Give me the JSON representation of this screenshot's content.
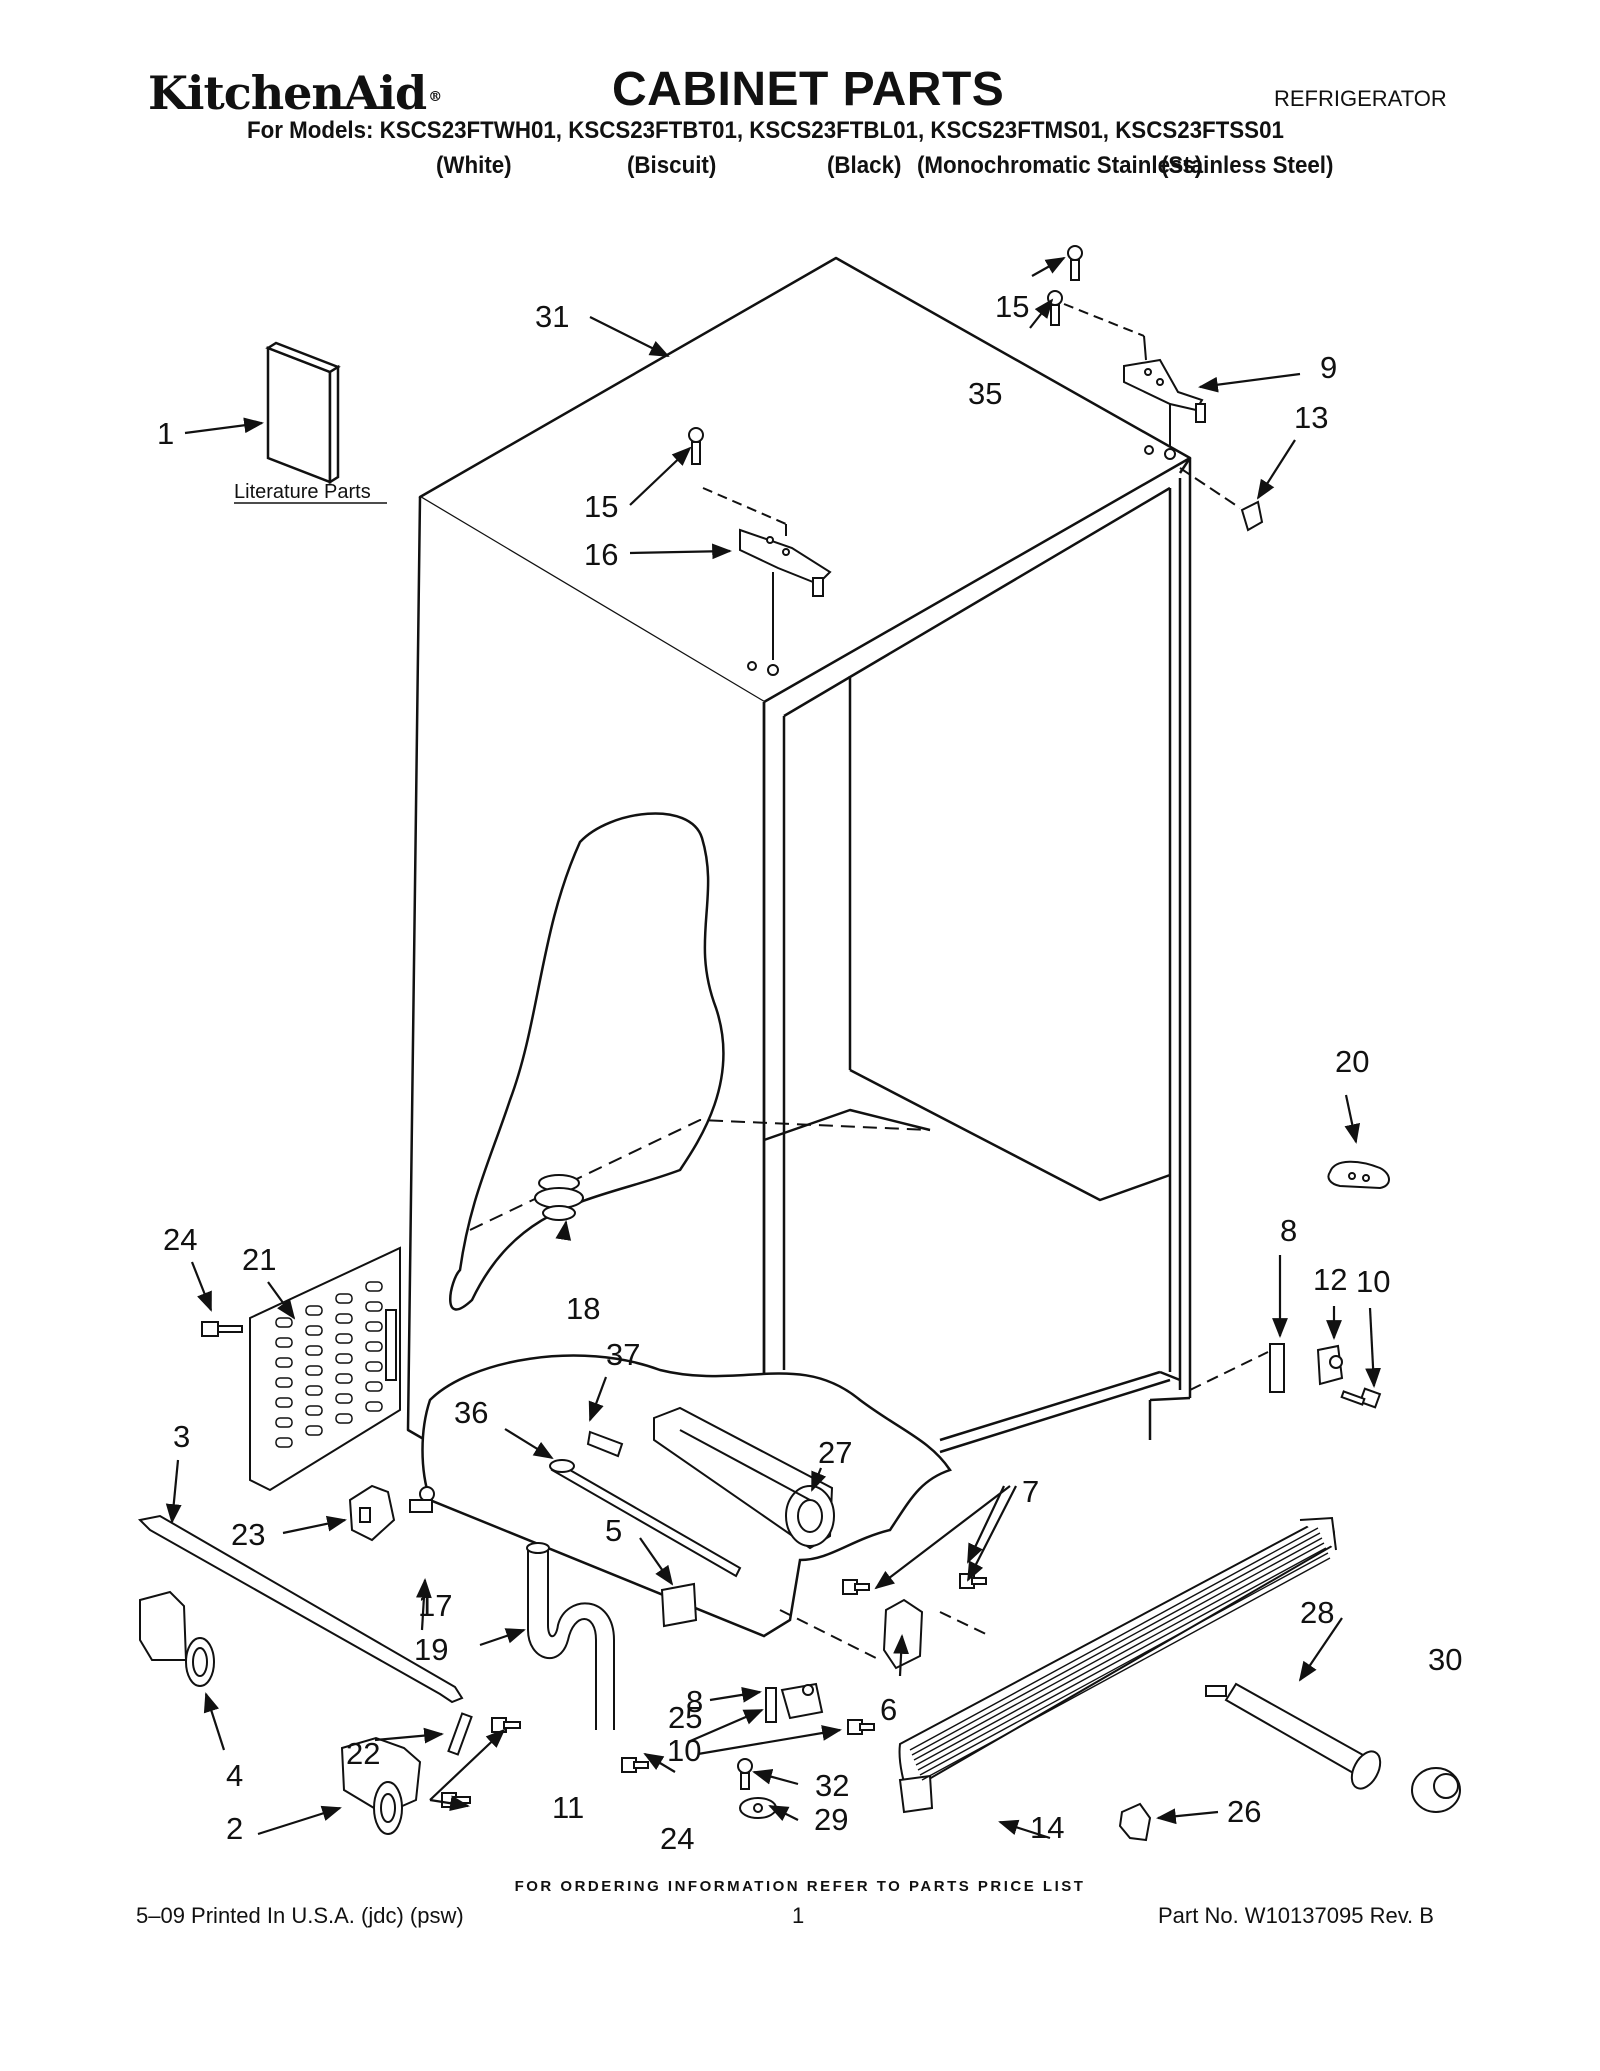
{
  "header": {
    "brand": "KitchenAid",
    "brand_mark": "®",
    "title": "CABINET PARTS",
    "category": "REFRIGERATOR",
    "models_line": "For Models: KSCS23FTWH01, KSCS23FTBT01, KSCS23FTBL01, KSCS23FTMS01, KSCS23FTSS01",
    "variants": [
      "(White)",
      "(Biscuit)",
      "(Black)",
      "(Monochromatic Stainless)",
      "(Stainless Steel)"
    ]
  },
  "diagram": {
    "literature_label": "Literature Parts",
    "callouts": [
      "1",
      "2",
      "3",
      "4",
      "5",
      "6",
      "7",
      "8",
      "8",
      "9",
      "10",
      "10",
      "11",
      "12",
      "13",
      "14",
      "15",
      "15",
      "16",
      "17",
      "18",
      "19",
      "20",
      "21",
      "22",
      "23",
      "24",
      "24",
      "25",
      "26",
      "27",
      "28",
      "29",
      "30",
      "31",
      "32",
      "35",
      "36",
      "37"
    ]
  },
  "footer": {
    "order_note": "FOR ORDERING INFORMATION REFER TO PARTS PRICE LIST",
    "print_info": "5–09 Printed In U.S.A. (jdc) (psw)",
    "page_number": "1",
    "part_number": "Part No. W10137095 Rev. B"
  }
}
